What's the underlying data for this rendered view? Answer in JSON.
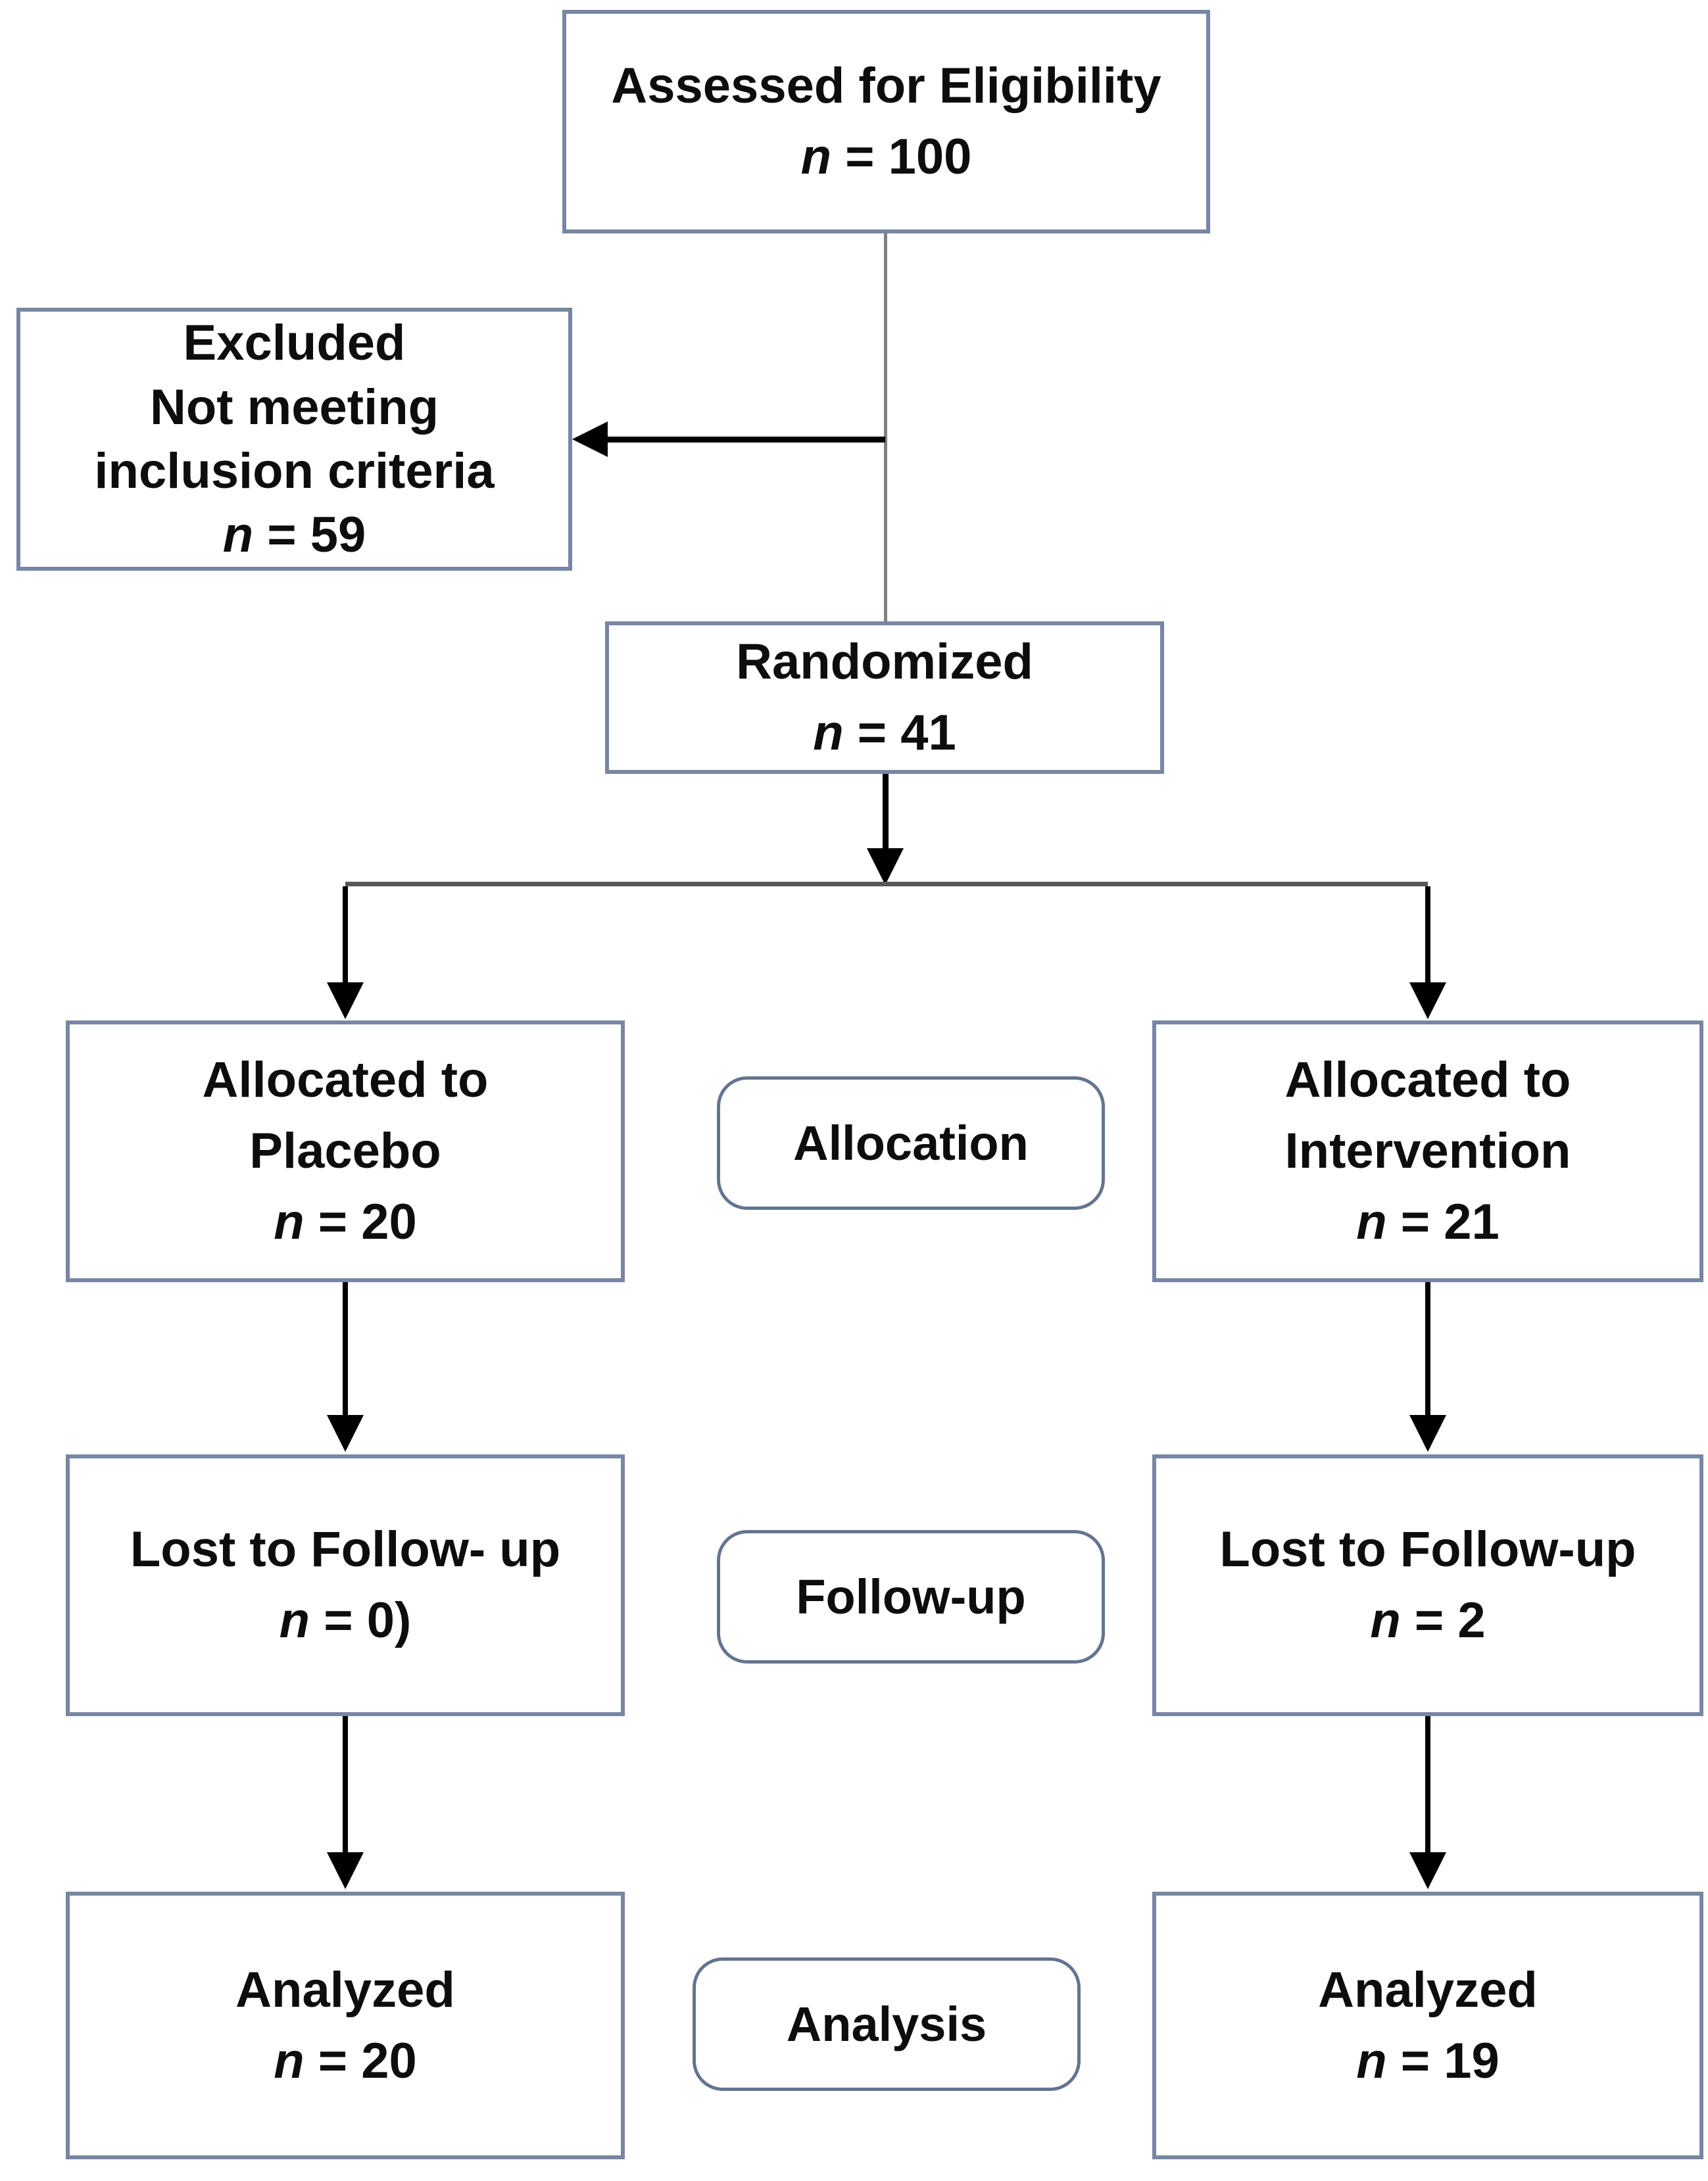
{
  "figure": {
    "type": "consort-flow-diagram"
  },
  "nodes": {
    "assessed": {
      "lines": [
        "Assessed for Eligibility"
      ],
      "n_label": "n",
      "n_value": "= 100"
    },
    "excluded": {
      "lines": [
        "Excluded",
        "Not meeting",
        "inclusion criteria"
      ],
      "n_label": "n",
      "n_value": "= 59"
    },
    "randomized": {
      "lines": [
        "Randomized"
      ],
      "n_label": "n",
      "n_value": "= 41"
    },
    "allocated_placebo": {
      "lines": [
        "Allocated to",
        "Placebo"
      ],
      "n_label": "n",
      "n_value": "= 20"
    },
    "allocated_intervention": {
      "lines": [
        "Allocated to",
        "Intervention"
      ],
      "n_label": "n",
      "n_value": "= 21"
    },
    "lost_followup_placebo": {
      "lines": [
        "Lost to Follow- up"
      ],
      "n_label": "n",
      "n_value": "= 0)"
    },
    "lost_followup_intervention": {
      "lines": [
        "Lost to Follow-up"
      ],
      "n_label": "n",
      "n_value": "= 2"
    },
    "analyzed_placebo": {
      "lines": [
        "Analyzed"
      ],
      "n_label": "n",
      "n_value": "= 20"
    },
    "analyzed_intervention": {
      "lines": [
        "Analyzed"
      ],
      "n_label": "n",
      "n_value": "= 19"
    }
  },
  "stage_labels": {
    "allocation": "Allocation",
    "followup": "Follow-up",
    "analysis": "Analysis"
  },
  "colors": {
    "box_border": "#7786a2",
    "pill_border": "#64748f",
    "gray_connector": "#7f7f7f",
    "split_line": "#595959",
    "arrow": "#000000",
    "text": "#0d0d0d",
    "background": "#ffffff"
  }
}
